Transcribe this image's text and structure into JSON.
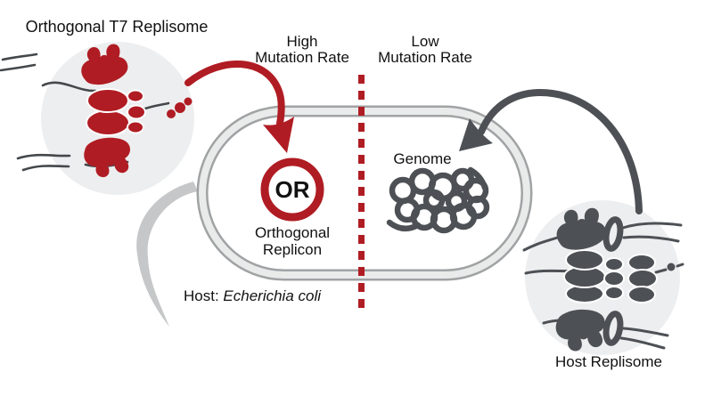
{
  "colors": {
    "red": "#B01C23",
    "dark_gray": "#4D5156",
    "dna": "#44484B",
    "circle_bg": "#EDEEEF",
    "membrane_outer": "#A0A2A4",
    "membrane_band": "#E9EAEA",
    "tail": "#C6C7C8",
    "text": "#111111"
  },
  "insets": {
    "t7": {
      "title": "Orthogonal T7 Replisome"
    },
    "host": {
      "title": "Host Replisome"
    }
  },
  "cell": {
    "left_region": {
      "heading_line1": "High",
      "heading_line2": "Mutation Rate",
      "badge": "OR",
      "caption_line1": "Orthogonal",
      "caption_line2": "Replicon"
    },
    "right_region": {
      "heading_line1": "Low",
      "heading_line2": "Mutation Rate",
      "genome_label": "Genome"
    },
    "host_caption_prefix": "Host: ",
    "host_caption_species": "Echerichia coli"
  }
}
